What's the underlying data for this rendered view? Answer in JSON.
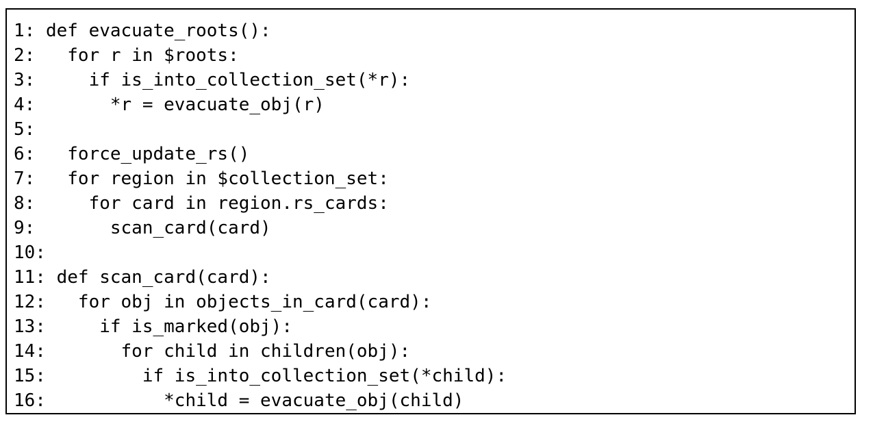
{
  "code": {
    "lines": [
      "1: def evacuate_roots():",
      "2:   for r in $roots:",
      "3:     if is_into_collection_set(*r):",
      "4:       *r = evacuate_obj(r)",
      "5:",
      "6:   force_update_rs()",
      "7:   for region in $collection_set:",
      "8:     for card in region.rs_cards:",
      "9:       scan_card(card)",
      "10:",
      "11: def scan_card(card):",
      "12:   for obj in objects_in_card(card):",
      "13:     if is_marked(obj):",
      "14:       for child in children(obj):",
      "15:         if is_into_collection_set(*child):",
      "16:           *child = evacuate_obj(child)"
    ]
  }
}
